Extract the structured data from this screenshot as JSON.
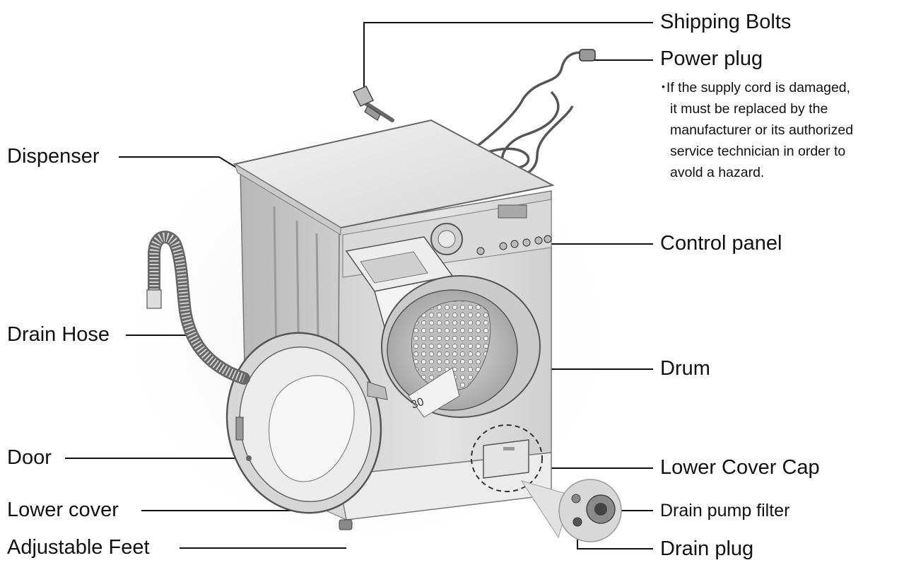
{
  "labels": {
    "shipping_bolts": "Shipping Bolts",
    "power_plug": "Power plug",
    "dispenser": "Dispenser",
    "control_panel": "Control panel",
    "drain_hose": "Drain Hose",
    "drum": "Drum",
    "door": "Door",
    "lower_cover_cap": "Lower Cover Cap",
    "lower_cover": "Lower cover",
    "drain_pump_filter": "Drain pump filter",
    "adjustable_feet": "Adjustable Feet",
    "drain_plug": "Drain plug"
  },
  "power_plug_note": {
    "bullet": "•",
    "lines": [
      "If the supply cord is damaged,",
      "it must be replaced by the",
      "manufacturer or its authorized",
      "service technician in order to",
      "avold a hazard."
    ]
  },
  "panel_text": "30"
}
